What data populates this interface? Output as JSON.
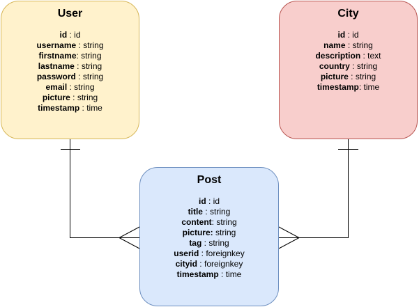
{
  "entities": {
    "user": {
      "title": "User",
      "fields": [
        {
          "name": "id",
          "sep": " : ",
          "type": "id"
        },
        {
          "name": "username",
          "sep": " : ",
          "type": "string"
        },
        {
          "name": "firstname",
          "sep": ": ",
          "type": "string"
        },
        {
          "name": "lastname",
          "sep": " : ",
          "type": "string"
        },
        {
          "name": "password",
          "sep": " : ",
          "type": "string"
        },
        {
          "name": "email",
          "sep": " : ",
          "type": "string"
        },
        {
          "name": "picture",
          "sep": " : ",
          "type": "string"
        },
        {
          "name": "timestamp",
          "sep": " : ",
          "type": "time"
        }
      ]
    },
    "city": {
      "title": "City",
      "fields": [
        {
          "name": "id",
          "sep": " : ",
          "type": "id"
        },
        {
          "name": "name",
          "sep": " : ",
          "type": "string"
        },
        {
          "name": "description",
          "sep": " : ",
          "type": "text"
        },
        {
          "name": "country",
          "sep": " : ",
          "type": "string"
        },
        {
          "name": "picture",
          "sep": " : ",
          "type": "string"
        },
        {
          "name": "timestamp",
          "sep": ": ",
          "type": "time"
        }
      ]
    },
    "post": {
      "title": "Post",
      "fields": [
        {
          "name": "id",
          "sep": " : ",
          "type": "id"
        },
        {
          "name": "title",
          "sep": " : ",
          "type": "string"
        },
        {
          "name": "content",
          "sep": ": ",
          "type": "string"
        },
        {
          "name": "picture:",
          "sep": " ",
          "type": "string"
        },
        {
          "name": "tag",
          "sep": " : ",
          "type": "string"
        },
        {
          "name": "userid",
          "sep": " : ",
          "type": "foreignkey"
        },
        {
          "name": "cityid",
          "sep": " : ",
          "type": "foreignkey"
        },
        {
          "name": "timestamp",
          "sep": " : ",
          "type": "time"
        }
      ]
    }
  },
  "colors": {
    "user_fill": "#fff2cc",
    "user_border": "#d6b656",
    "city_fill": "#f8cecc",
    "city_border": "#b85450",
    "post_fill": "#dae8fc",
    "post_border": "#6c8ebf",
    "line": "#000000"
  }
}
